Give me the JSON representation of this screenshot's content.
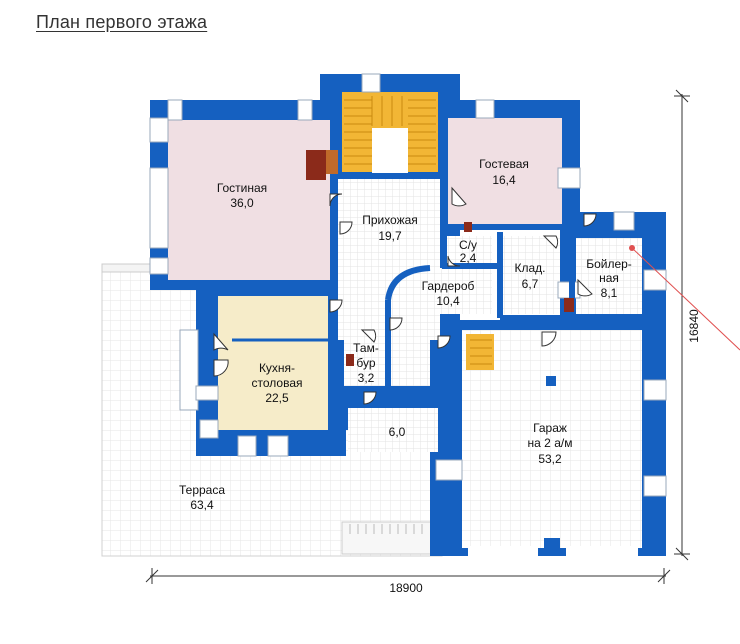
{
  "title": "План первого этажа",
  "rooms": {
    "living": {
      "name": "Гостиная",
      "area": "36,0"
    },
    "guest": {
      "name": "Гостевая",
      "area": "16,4"
    },
    "hall": {
      "name": "Прихожая",
      "area": "19,7"
    },
    "wc": {
      "name": "С/у",
      "area": "2,4"
    },
    "storage": {
      "name": "Клад.",
      "area": "6,7"
    },
    "boiler": {
      "name_line1": "Бойлер-",
      "name_line2": "ная",
      "area": "8,1"
    },
    "wardrobe": {
      "name": "Гардероб",
      "area": "10,4"
    },
    "kitchen": {
      "name_line1": "Кухня-",
      "name_line2": "столовая",
      "area": "22,5"
    },
    "vestibule": {
      "name_line1": "Там-",
      "name_line2": "бур",
      "area": "3,2"
    },
    "room6": {
      "area": "6,0"
    },
    "garage": {
      "name_line1": "Гараж",
      "name_line2": "на 2 а/м",
      "area": "53,2"
    },
    "terrace": {
      "name": "Терраса",
      "area": "63,4"
    }
  },
  "dimensions": {
    "width": "18900",
    "height": "16840"
  },
  "colors": {
    "wall": "#1560c0",
    "living": "#f0dfe3",
    "kitchen": "#f6ecc9",
    "stairs": "#f2b635",
    "floor_grid": "#e8e8e8",
    "chimney": "#8b2a1a"
  }
}
